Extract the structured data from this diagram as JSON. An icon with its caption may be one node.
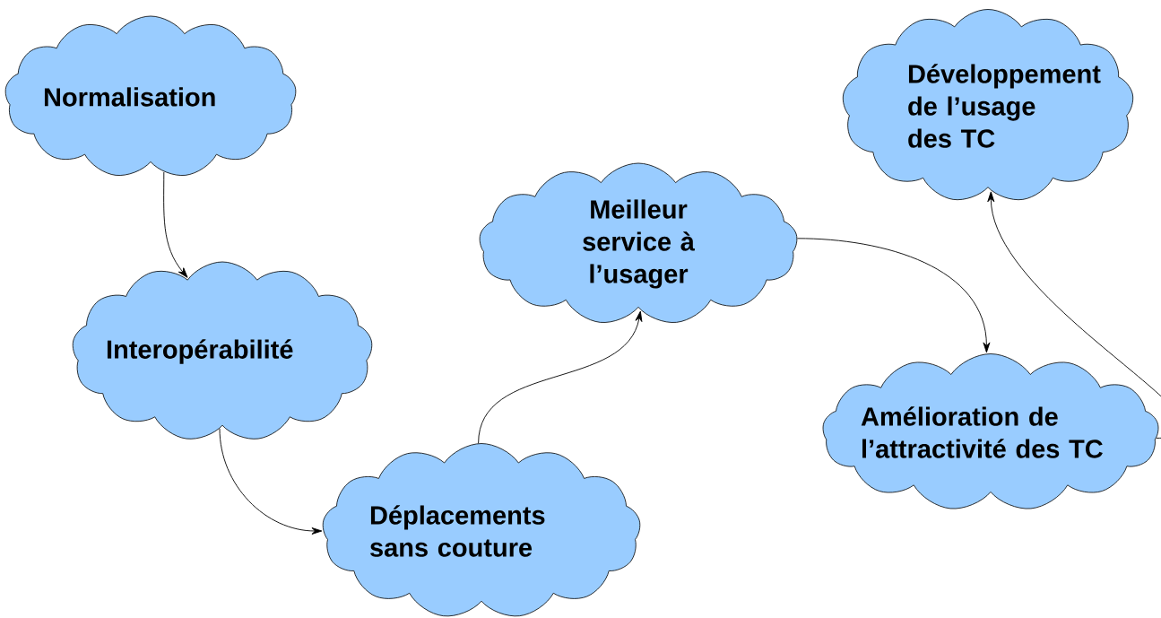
{
  "diagram": {
    "nodes": [
      {
        "text": [
          "Normalisation"
        ]
      },
      {
        "text": [
          "Interopérabilité"
        ]
      },
      {
        "text": [
          "Déplacements sans couture"
        ]
      },
      {
        "text": [
          "Meilleur service à l’usager"
        ]
      },
      {
        "text": [
          "Développement de l’usage des TC"
        ]
      },
      {
        "text": [
          "Amélioration de l’attractivité des TC"
        ]
      }
    ],
    "edges": [
      {
        "from": 0,
        "to": 1,
        "arrow": "to"
      },
      {
        "from": 1,
        "to": 2,
        "arrow": "to"
      },
      {
        "from": 2,
        "to": 3,
        "arrow": "to"
      },
      {
        "from": 3,
        "to": 5,
        "arrow": "to"
      },
      {
        "from": 5,
        "to": 4,
        "arrow": "to"
      }
    ]
  }
}
